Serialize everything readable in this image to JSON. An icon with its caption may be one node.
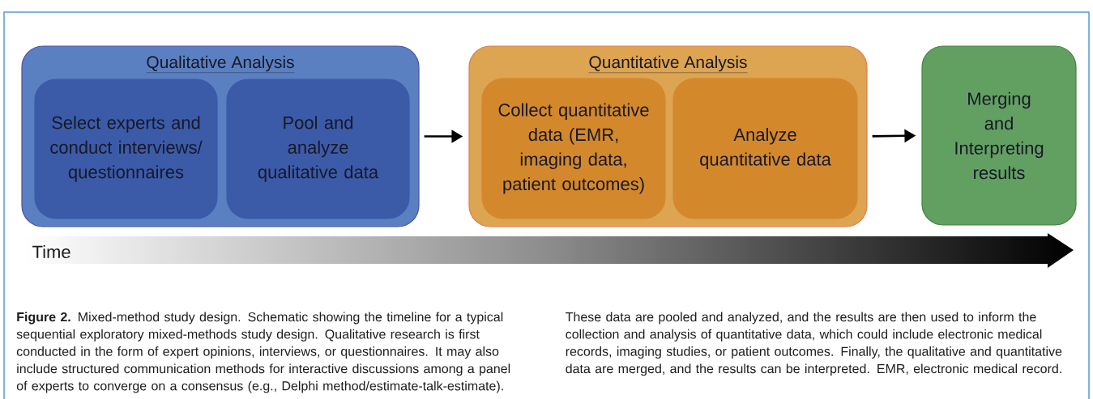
{
  "diagram": {
    "caption": "**Figure 2.** Mixed-method study design. Schematic showing the timeline for a typical sequential exploratory mixed-methods study design. Qualitative research is first conducted in the form of expert opinions, interviews, or questionnaires. It may also include structured communication methods for interactive discussions among a panel of experts to converge on a consensus (e.g., Delphi method/estimate-talk-estimate). These data are pooled and analyzed, and the results are then used to inform the collection and analysis of quantitative data, which could include electronic medical records, imaging studies, or patient outcomes. Finally, the qualitative and quantitative data are merged, and the results can be interpreted. EMR, electronic medical record.",
    "nodes": [
      {
        "text": [
          "Qualitative Analysis"
        ]
      },
      {
        "text": [
          "Select experts and conduct interviews/ questionnaires"
        ],
        "in": 0
      },
      {
        "text": [
          "Pool and analyze qualitative data"
        ],
        "in": 0
      },
      {
        "text": [
          "Quantitative Analysis"
        ]
      },
      {
        "text": [
          "Collect quantitative data (EMR, imaging data, patient outcomes)"
        ],
        "in": 3
      },
      {
        "text": [
          "Analyze quantitative data"
        ],
        "in": 3
      },
      {
        "text": [
          "Merging and Interpreting results"
        ]
      }
    ],
    "edges": [
      {
        "from": 0,
        "to": 3,
        "arrow": "to"
      },
      {
        "from": 3,
        "to": 6,
        "arrow": "to"
      }
    ],
    "labels": [
      "Time"
    ]
  }
}
